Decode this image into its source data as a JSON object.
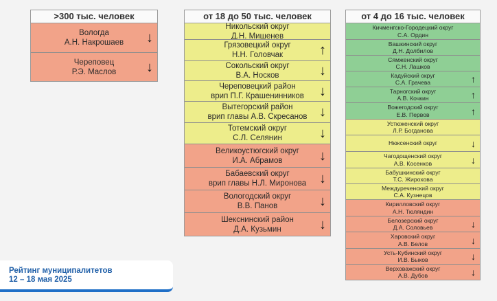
{
  "columns": [
    {
      "title": ">300 тыс. человек",
      "rows": [
        {
          "name": "Вологда",
          "head": "А.Н. Накрошаев",
          "color": "red",
          "arrow": "↓"
        },
        {
          "name": "Череповец",
          "head": "Р.Э. Маслов",
          "color": "red",
          "arrow": "↓"
        }
      ]
    },
    {
      "title": "от 18 до 50 тыс. человек",
      "rows": [
        {
          "name": "Никольский округ",
          "head": "Д.Н. Мишенев",
          "color": "yellow",
          "arrow": ""
        },
        {
          "name": "Грязовецкий округ",
          "head": "Н.Н. Головчак",
          "color": "yellow",
          "arrow": "↑"
        },
        {
          "name": "Сокольский округ",
          "head": "В.А. Носков",
          "color": "yellow",
          "arrow": "↓"
        },
        {
          "name": "Череповецкий район",
          "head": "врип П.Г. Крашенинников",
          "color": "yellow",
          "arrow": "↓"
        },
        {
          "name": "Вытегорский район",
          "head": "врип главы А.В. Скресанов",
          "color": "yellow",
          "arrow": "↓"
        },
        {
          "name": "Тотемский округ",
          "head": "С.Л. Селянин",
          "color": "yellow",
          "arrow": "↓"
        },
        {
          "name": "Великоустюгский округ",
          "head": "И.А. Абрамов",
          "color": "red",
          "arrow": "↓"
        },
        {
          "name": "Бабаевский округ",
          "head": "врип главы Н.Л. Миронова",
          "color": "red",
          "arrow": "↓"
        },
        {
          "name": "Вологодский округ",
          "head": "В.В. Панов",
          "color": "red",
          "arrow": "↓"
        },
        {
          "name": "Шекснинский район",
          "head": "Д.А. Кузьмин",
          "color": "red",
          "arrow": "↓"
        }
      ]
    },
    {
      "title": "от 4 до 16 тыс. человек",
      "rows": [
        {
          "name": "Кичменгско-Городецкий округ",
          "head": "С.А. Ордин",
          "color": "green",
          "arrow": ""
        },
        {
          "name": "Вашкинский округ",
          "head": "Д.Н. Долбилов",
          "color": "green",
          "arrow": ""
        },
        {
          "name": "Сямженский округ",
          "head": "С.Н. Лашков",
          "color": "green",
          "arrow": ""
        },
        {
          "name": "Кадуйский округ",
          "head": "С.А. Грачева",
          "color": "green",
          "arrow": "↑"
        },
        {
          "name": "Тарногский округ",
          "head": "А.В. Кочкин",
          "color": "green",
          "arrow": "↑"
        },
        {
          "name": "Вожегодский округ",
          "head": "Е.В. Первов",
          "color": "green",
          "arrow": "↑"
        },
        {
          "name": "Устюженский округ",
          "head": "Л.Р. Богданова",
          "color": "yellow",
          "arrow": ""
        },
        {
          "name": "Нюксенский округ",
          "head": "",
          "color": "yellow",
          "arrow": "↓"
        },
        {
          "name": "Чагодощенский округ",
          "head": "А.В. Косенков",
          "color": "yellow",
          "arrow": "↓"
        },
        {
          "name": "Бабушкинский округ",
          "head": "Т.С. Жирохова",
          "color": "yellow",
          "arrow": ""
        },
        {
          "name": "Междуреченский округ",
          "head": "С.А. Кузнецов",
          "color": "yellow",
          "arrow": ""
        },
        {
          "name": "Кирилловский округ",
          "head": "А.Н. Тюляндин",
          "color": "red",
          "arrow": ""
        },
        {
          "name": "Белозерский округ",
          "head": "Д.А. Соловьев",
          "color": "red",
          "arrow": "↓"
        },
        {
          "name": "Харовский округ",
          "head": "А.В. Белов",
          "color": "red",
          "arrow": "↓"
        },
        {
          "name": "Усть-Кубинский округ",
          "head": "И.В. Быков",
          "color": "red",
          "arrow": "↓"
        },
        {
          "name": "Верховажский округ",
          "head": "А.В. Дубов",
          "color": "red",
          "arrow": "↓"
        }
      ]
    }
  ],
  "caption": {
    "title": "Рейтинг муниципалитетов",
    "dates": "12 – 18 мая 2025"
  },
  "colors": {
    "green": "#8fcf95",
    "yellow": "#eded8b",
    "red": "#f2a389",
    "accent": "#1f6fc7"
  }
}
